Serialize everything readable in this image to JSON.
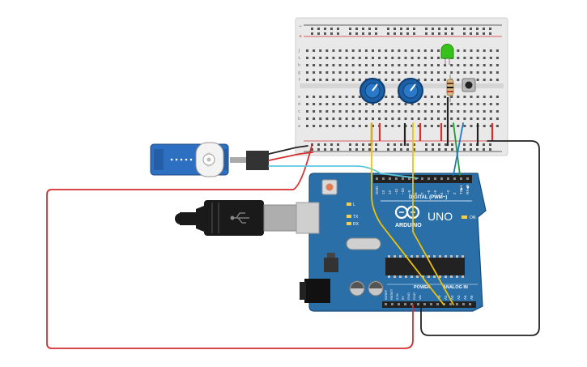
{
  "board": {
    "brand_label": "ARDUINO",
    "model_label": "UNO",
    "digital_label": "DIGITAL (PWM~)",
    "analog_label": "ANALOG IN",
    "power_label": "POWER",
    "on_label": "ON",
    "l_label": "L",
    "tx_label": "TX",
    "rx_label": "RX",
    "digital_pins": [
      "GND",
      "13",
      "12",
      "~11",
      "~10",
      "~9",
      "8",
      "7",
      "~6",
      "~5",
      "4",
      "~3",
      "2",
      "TX▶1",
      "RX◀0"
    ],
    "analog_pins": [
      "A0",
      "A1",
      "A2",
      "A3",
      "A4",
      "A5"
    ],
    "power_pins": [
      "IOREF",
      "RESET",
      "3.3V",
      "5V",
      "GND",
      "GND",
      "Vin"
    ]
  },
  "breadboard": {
    "row_letters_top": [
      "j",
      "i",
      "h",
      "g",
      "f"
    ],
    "row_letters_bottom": [
      "e",
      "d",
      "c",
      "b",
      "a"
    ],
    "rail_plus": "+",
    "rail_minus": "−"
  },
  "colors": {
    "board": "#2a6fa8",
    "breadboard": "#e8e8e8",
    "wire_red": "#d32f2f",
    "wire_black": "#222222",
    "wire_yellow": "#f2c200",
    "wire_green": "#1b9e3a",
    "wire_blue": "#1e78c8",
    "wire_cyan": "#5ec8e0",
    "led_green": "#37c21b",
    "servo_blue": "#2d6fc0",
    "pot_blue": "#1b5fa6"
  },
  "icons": [
    "usb-cable-icon",
    "servo-icon",
    "potentiometer-icon",
    "led-icon",
    "resistor-icon",
    "pushbutton-icon",
    "arduino-logo-icon"
  ]
}
